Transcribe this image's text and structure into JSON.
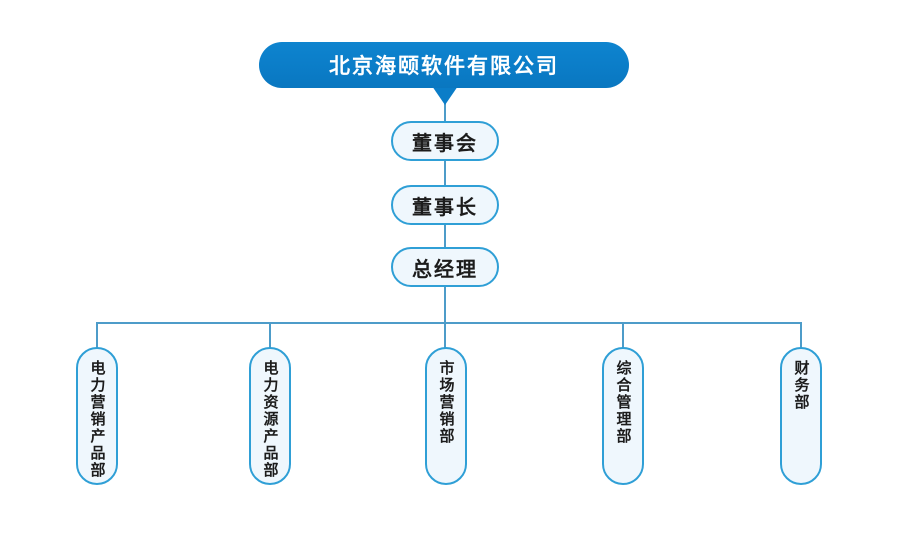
{
  "org_chart": {
    "type": "org-hierarchy",
    "root": "北京海颐软件有限公司",
    "chain": [
      "董事会",
      "董事长",
      "总经理"
    ],
    "departments": [
      "电力营销产品部",
      "电力资源产品部",
      "市场营销部",
      "综合管理部",
      "财务部"
    ],
    "hierarchy": {
      "北京海颐软件有限公司": [
        "董事会"
      ],
      "董事会": [
        "董事长"
      ],
      "董事长": [
        "总经理"
      ],
      "总经理": [
        "电力营销产品部",
        "电力资源产品部",
        "市场营销部",
        "综合管理部",
        "财务部"
      ]
    }
  },
  "colors": {
    "background": "#ffffff",
    "root_bg": "#0b7dc8",
    "root_text": "#ffffff",
    "node_border": "#2f9fd6",
    "node_fill": "#eff7fd",
    "connector": "#4d9cc9",
    "node_text": "#1c1c1c"
  }
}
